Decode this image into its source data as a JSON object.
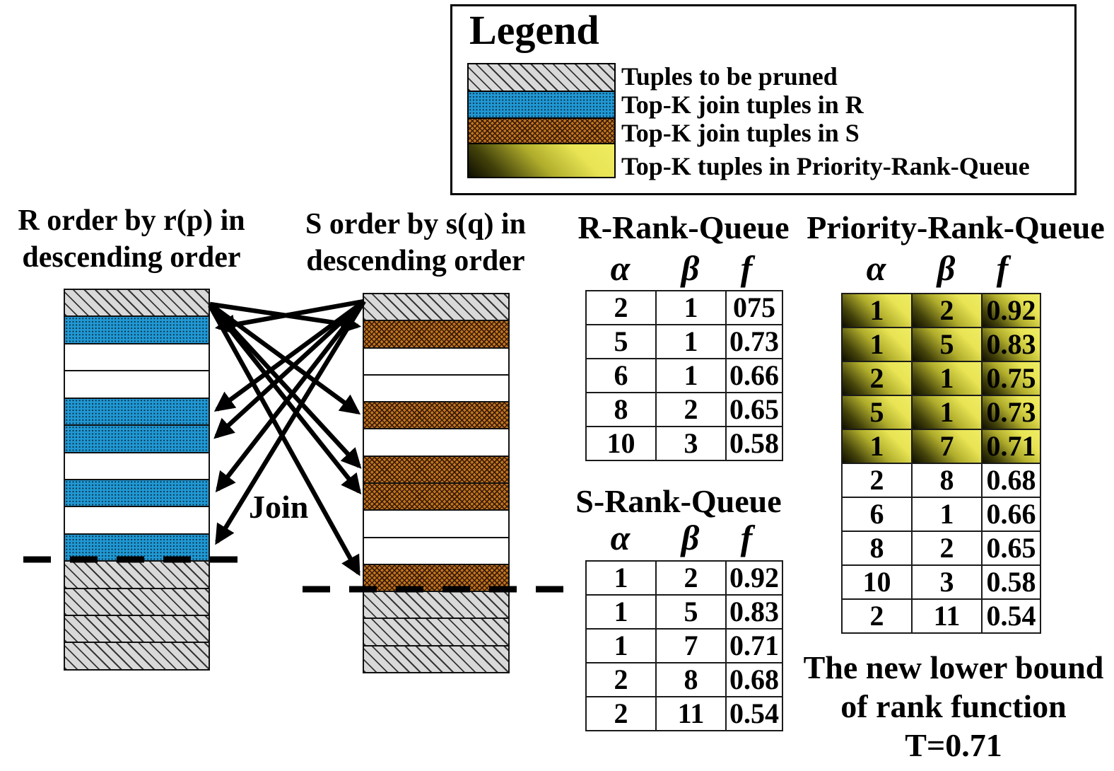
{
  "legend": {
    "title": "Legend",
    "items": [
      {
        "swatch": "pruned",
        "label": "Tuples to be pruned"
      },
      {
        "swatch": "topk-r",
        "label": "Top-K join tuples in R"
      },
      {
        "swatch": "topk-s",
        "label": "Top-K join tuples in S"
      },
      {
        "swatch": "topk-prq",
        "label": "Top-K tuples in Priority-Rank-Queue"
      }
    ]
  },
  "columns": {
    "r": {
      "title_line1": "R order by r(p) in",
      "title_line2": "descending order",
      "rows": [
        "pruned",
        "r",
        "empty",
        "empty",
        "r",
        "r",
        "empty",
        "r",
        "empty",
        "r",
        "pruned",
        "pruned",
        "pruned",
        "pruned"
      ]
    },
    "s": {
      "title_line1": "S order by s(q) in",
      "title_line2": "descending order",
      "rows": [
        "pruned",
        "s",
        "empty",
        "empty",
        "s",
        "empty",
        "s",
        "s",
        "empty",
        "empty",
        "s",
        "pruned",
        "pruned",
        "pruned"
      ]
    }
  },
  "join_label": "Join",
  "tables": {
    "r_rank_queue": {
      "title": "R-Rank-Queue",
      "headers": [
        "α",
        "β",
        "f"
      ],
      "rows": [
        [
          "2",
          "1",
          "075"
        ],
        [
          "5",
          "1",
          "0.73"
        ],
        [
          "6",
          "1",
          "0.66"
        ],
        [
          "8",
          "2",
          "0.65"
        ],
        [
          "10",
          "3",
          "0.58"
        ]
      ],
      "highlighted_rows": 0
    },
    "s_rank_queue": {
      "title": "S-Rank-Queue",
      "headers": [
        "α",
        "β",
        "f"
      ],
      "rows": [
        [
          "1",
          "2",
          "0.92"
        ],
        [
          "1",
          "5",
          "0.83"
        ],
        [
          "1",
          "7",
          "0.71"
        ],
        [
          "2",
          "8",
          "0.68"
        ],
        [
          "2",
          "11",
          "0.54"
        ]
      ],
      "highlighted_rows": 0
    },
    "priority_rank_queue": {
      "title": "Priority-Rank-Queue",
      "headers": [
        "α",
        "β",
        "f"
      ],
      "rows": [
        [
          "1",
          "2",
          "0.92"
        ],
        [
          "1",
          "5",
          "0.83"
        ],
        [
          "2",
          "1",
          "0.75"
        ],
        [
          "5",
          "1",
          "0.73"
        ],
        [
          "1",
          "7",
          "0.71"
        ],
        [
          "2",
          "8",
          "0.68"
        ],
        [
          "6",
          "1",
          "0.66"
        ],
        [
          "8",
          "2",
          "0.65"
        ],
        [
          "10",
          "3",
          "0.58"
        ],
        [
          "2",
          "11",
          "0.54"
        ]
      ],
      "highlighted_rows": 5
    }
  },
  "footer": {
    "line1": "The new lower bound",
    "line2": "of rank function",
    "line3": "T=0.71"
  },
  "colors": {
    "topk_r_blue": "#2098d4",
    "topk_s_orange": "#c1751d",
    "pruned_gray": "#d9d9d9",
    "priority_yellow": "#e8e454",
    "line_black": "#000000"
  }
}
